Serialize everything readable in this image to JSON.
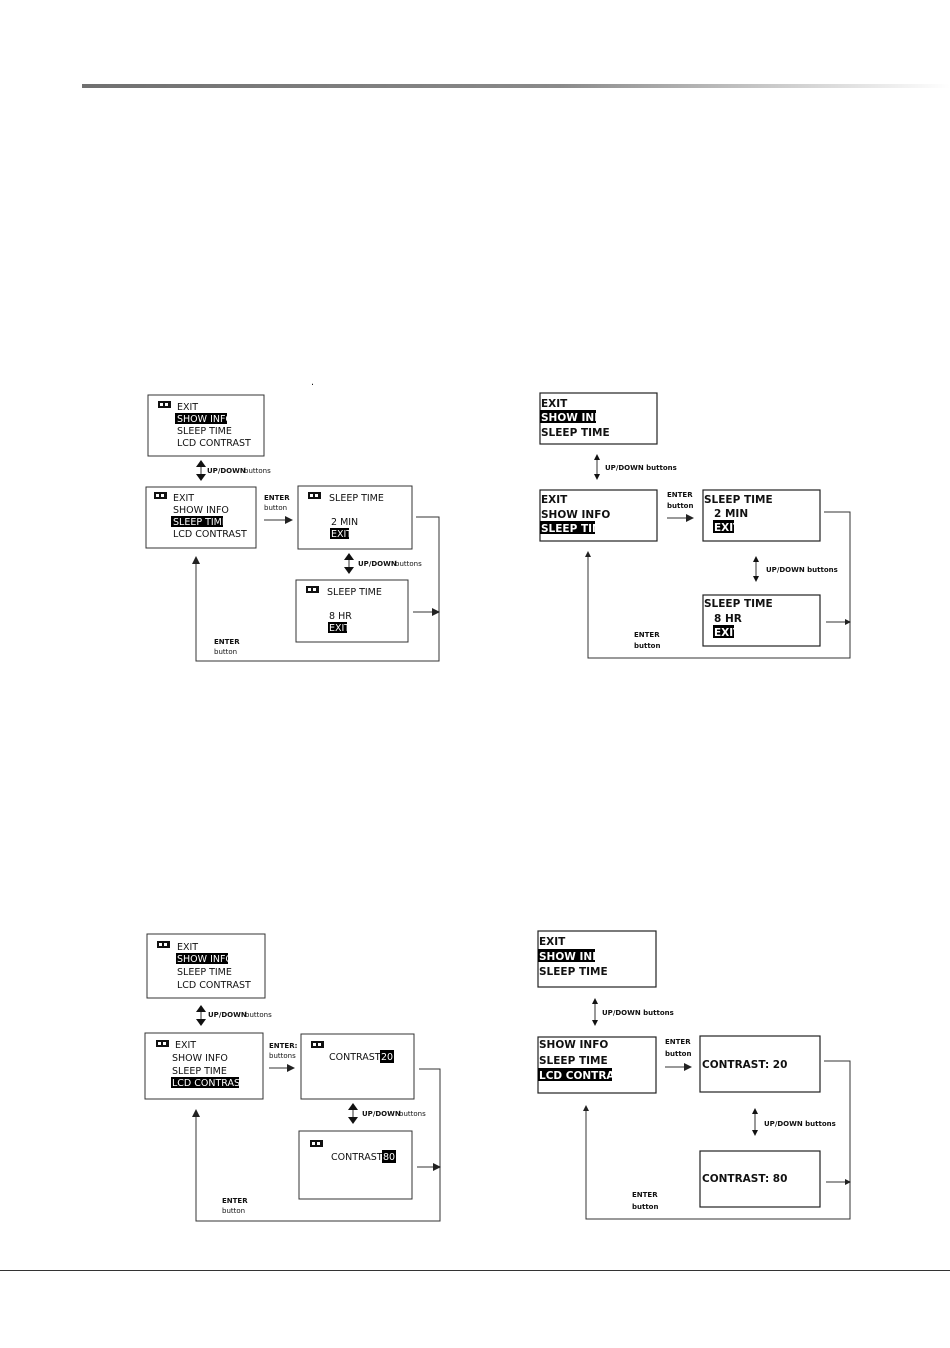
{
  "menu": {
    "exit": "EXIT",
    "show_info": "SHOW INFO",
    "sleep_time": "SLEEP TIME",
    "lcd_contrast": "LCD CONTRAST"
  },
  "screens": {
    "sleep_time_title": "SLEEP TIME",
    "two_min": "2 MIN",
    "eight_hr": "8 HR",
    "exit": "EXIT",
    "contrast_label": "CONTRAST:",
    "contrast_20": "20",
    "contrast_80": "80",
    "contrast_20_full": "CONTRAST: 20",
    "contrast_80_full": "CONTRAST: 80"
  },
  "labels": {
    "updown_strong": "UP/DOWN",
    "buttons_word": "buttons",
    "updown_buttons": "UP/DOWN buttons",
    "enter": "ENTER",
    "enter_colon": "ENTER:",
    "button_word": "button"
  },
  "marks": {
    "dot": "."
  },
  "icons": {
    "battery": "battery-icon"
  }
}
